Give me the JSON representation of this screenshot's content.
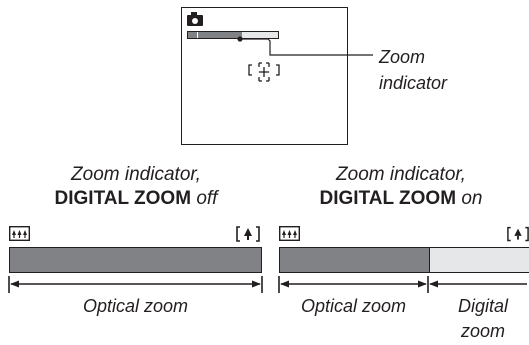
{
  "screen": {
    "mode_icon": "camera-icon",
    "zoom_indicator_level": 0.6,
    "focus_frame_icon": "focus-frame-icon"
  },
  "callout": {
    "line1": "Zoom",
    "line2": "indicator"
  },
  "left_panel": {
    "caption_line1": "Zoom indicator,",
    "caption_bold": "DIGITAL ZOOM",
    "caption_state": "off",
    "wide_icon": "wide-angle-icon",
    "tele_icon": "telephoto-icon",
    "range_label": "Optical zoom"
  },
  "right_panel": {
    "caption_line1": "Zoom indicator,",
    "caption_bold": "DIGITAL ZOOM",
    "caption_state": "on",
    "wide_icon": "wide-angle-icon",
    "tele_icon": "telephoto-icon",
    "optical_label": "Optical zoom",
    "digital_label_line1": "Digital",
    "digital_label_line2": "zoom"
  },
  "colors": {
    "optical_fill": "#808285",
    "digital_fill": "#e6e7e8",
    "ink": "#231f20"
  }
}
